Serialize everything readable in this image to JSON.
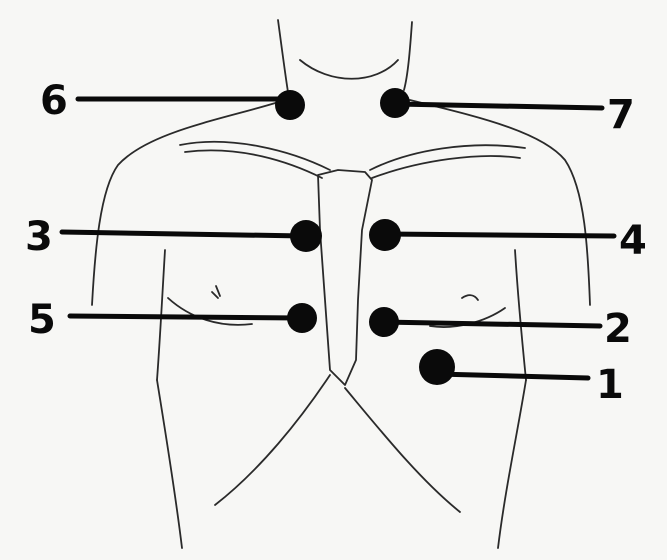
{
  "diagram": {
    "points": [
      {
        "label": "1"
      },
      {
        "label": "2"
      },
      {
        "label": "3"
      },
      {
        "label": "4"
      },
      {
        "label": "5"
      },
      {
        "label": "6"
      },
      {
        "label": "7"
      }
    ]
  }
}
